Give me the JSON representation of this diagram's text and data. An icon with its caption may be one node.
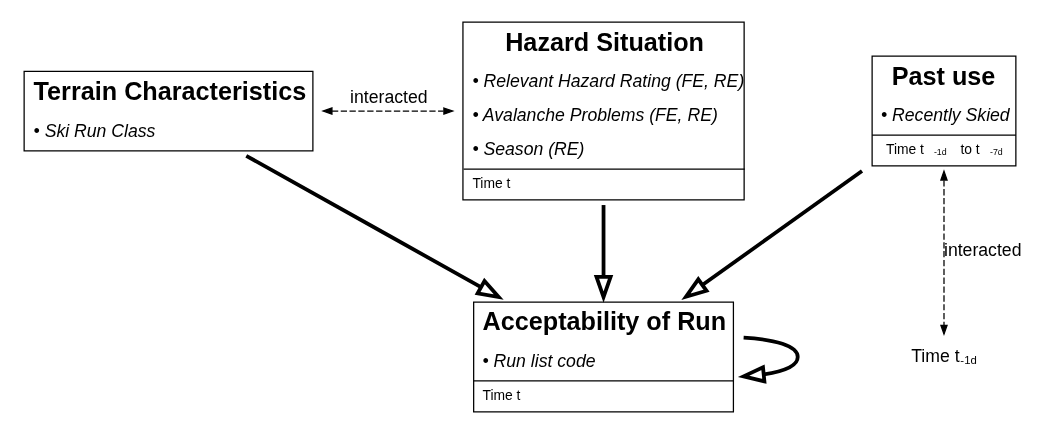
{
  "diagram": {
    "nodes": [
      {
        "text": [
          "Hazard Situation",
          "• Relevant Hazard Rating (FE, RE)",
          "• Avalanche Problems (FE, RE)",
          "• Season (RE)",
          "Time t"
        ]
      },
      {
        "text": [
          "Terrain Characteristics",
          "• Ski Run Class"
        ]
      },
      {
        "text": [
          "Past use",
          "• Recently Skied",
          "Time t$_{-1d}$ to t$_{-7d}$"
        ]
      },
      {
        "text": [
          "Acceptability of Run",
          "• Run list code",
          "Time t"
        ]
      },
      {
        "text": [
          "Time t$_{-1d}$"
        ]
      }
    ],
    "edges": [
      {
        "from": 1,
        "to": 0,
        "arrow": "both",
        "style": "dashed",
        "label": "interacted"
      },
      {
        "from": 1,
        "to": 3,
        "arrow": "to"
      },
      {
        "from": 0,
        "to": 3,
        "arrow": "to"
      },
      {
        "from": 2,
        "to": 3,
        "arrow": "to"
      },
      {
        "from": 3,
        "to": 3,
        "arrow": "to"
      },
      {
        "from": 2,
        "to": 4,
        "arrow": "both",
        "style": "dashed",
        "label": "interacted"
      }
    ]
  }
}
